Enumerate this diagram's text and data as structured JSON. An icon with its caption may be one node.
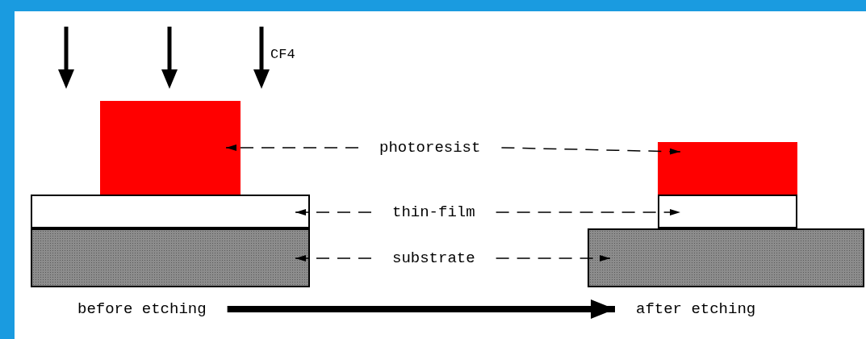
{
  "diagram": {
    "nodes": [
      {
        "text": [],
        "shape": "box"
      },
      {
        "text": [],
        "shape": "box"
      },
      {
        "text": [],
        "shape": "box"
      },
      {
        "text": [],
        "shape": "box"
      },
      {
        "text": [],
        "shape": "box"
      },
      {
        "text": [],
        "shape": "box"
      },
      {
        "text": [
          "photoresist"
        ]
      },
      {
        "text": [
          "thin-film"
        ]
      },
      {
        "text": [
          "substrate"
        ]
      },
      {
        "text": [
          "before etching"
        ]
      },
      {
        "text": [
          "after etching"
        ]
      }
    ],
    "edges": [
      {
        "from": 6,
        "to": 0,
        "arrow": "to",
        "style": "dashed"
      },
      {
        "from": 6,
        "to": 3,
        "arrow": "to",
        "style": "dashed"
      },
      {
        "from": 7,
        "to": 1,
        "arrow": "to",
        "style": "dashed"
      },
      {
        "from": 7,
        "to": 4,
        "arrow": "to",
        "style": "dashed"
      },
      {
        "from": 8,
        "to": 2,
        "arrow": "to",
        "style": "dashed"
      },
      {
        "from": 8,
        "to": 5,
        "arrow": "to",
        "style": "dashed"
      },
      {
        "from": 9,
        "to": 10,
        "arrow": "to",
        "style": "thick"
      }
    ],
    "labels": [
      "CF4"
    ]
  }
}
